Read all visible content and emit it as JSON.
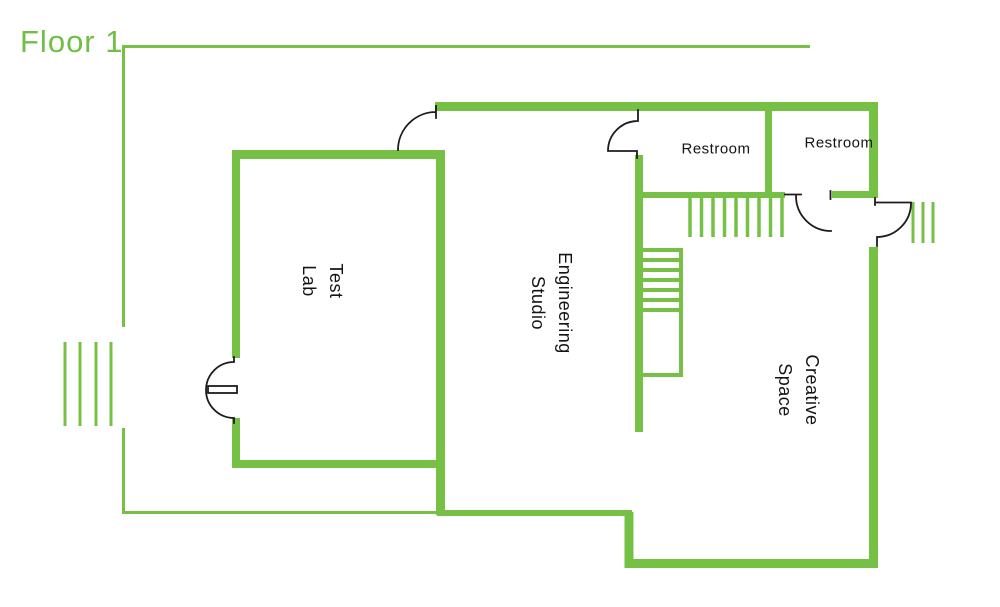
{
  "title": "Floor 1",
  "colors": {
    "wall_green": "#76c046",
    "door_black": "#1c1c1c"
  },
  "rooms": {
    "test_lab": {
      "label_line1": "Test",
      "label_line2": "Lab"
    },
    "engineering_studio": {
      "label_line1": "Engineering",
      "label_line2": "Studio"
    },
    "creative_space": {
      "label_line1": "Creative",
      "label_line2": "Space"
    },
    "restroom_left": {
      "label": "Restroom"
    },
    "restroom_right": {
      "label": "Restroom"
    }
  }
}
